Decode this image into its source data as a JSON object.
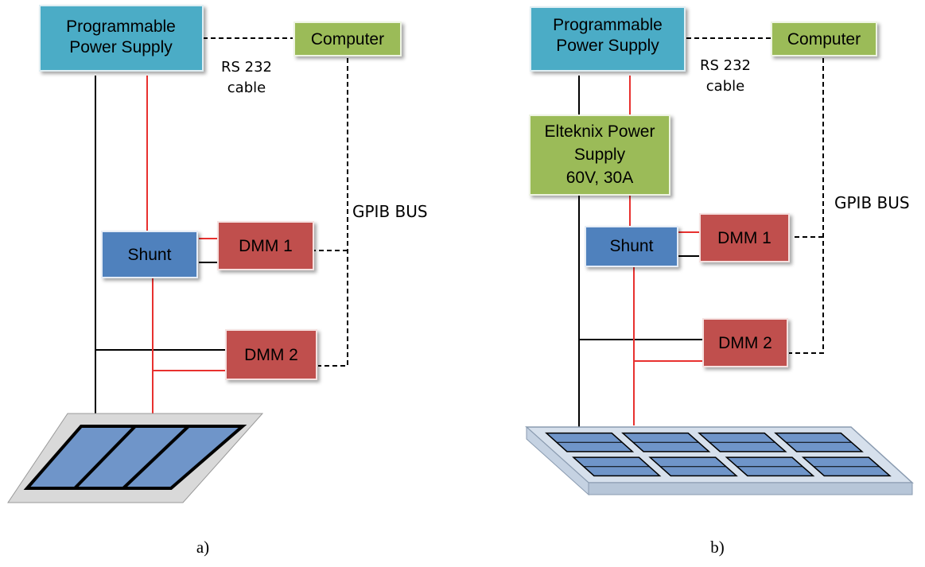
{
  "diagram": {
    "panel_a": {
      "power_supply": [
        "Programmable",
        "Power  Supply"
      ],
      "computer": "Computer",
      "rs232": [
        "RS 232",
        "cable"
      ],
      "gpib": "GPIB BUS",
      "shunt": "Shunt",
      "dmm1": "DMM 1",
      "dmm2": "DMM 2",
      "caption": "a)"
    },
    "panel_b": {
      "power_supply": [
        "Programmable",
        "Power  Supply"
      ],
      "computer": "Computer",
      "rs232": [
        "RS 232",
        "cable"
      ],
      "gpib": "GPIB BUS",
      "elteknix": [
        "Elteknix  Power",
        "Supply",
        "60V, 30A"
      ],
      "shunt": "Shunt",
      "dmm1": "DMM 1",
      "dmm2": "DMM 2",
      "caption": "b)"
    },
    "colors": {
      "power_supply": "#4bacc6",
      "computer": "#9bbb59",
      "elteknix": "#9bbb59",
      "shunt": "#4f81bd",
      "dmm": "#c0504d",
      "red_wire": "#e8312f",
      "black_wire": "#000000",
      "cell": "#6f95c9",
      "frame": "#d9d9d9"
    }
  }
}
